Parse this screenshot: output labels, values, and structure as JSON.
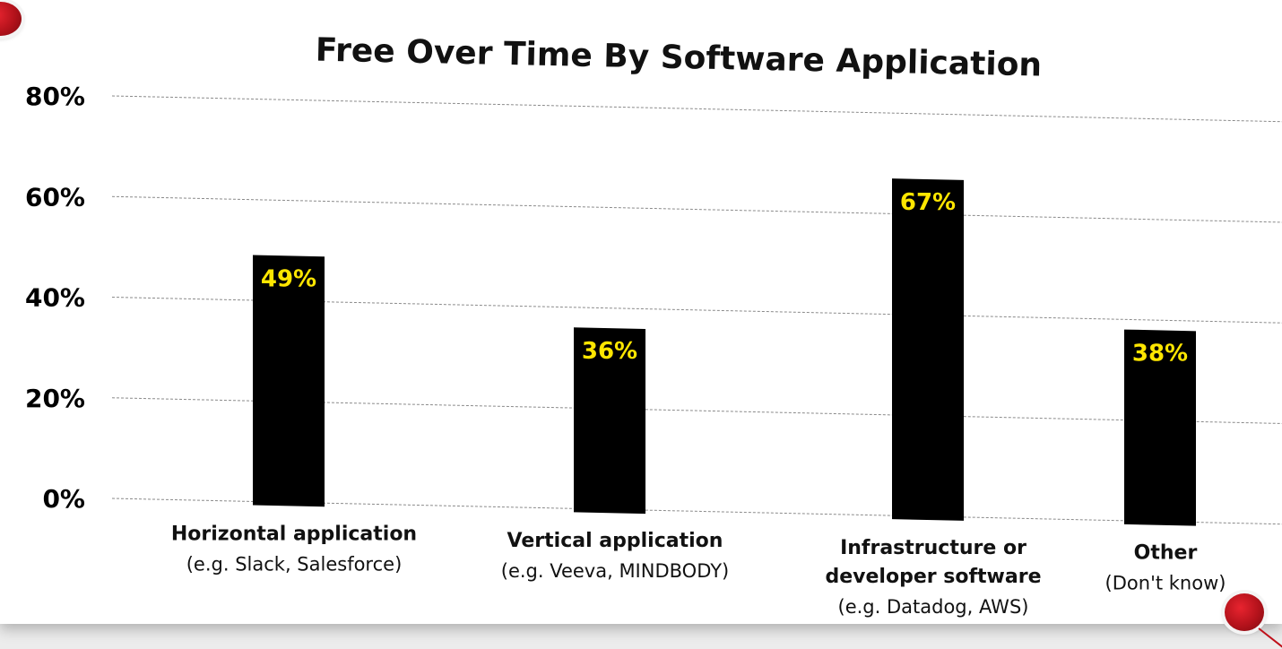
{
  "chart_data": {
    "type": "bar",
    "title": "Free Over Time By Software Application",
    "xlabel": "",
    "ylabel": "",
    "ylim": [
      0,
      80
    ],
    "yticks": [
      "0%",
      "20%",
      "40%",
      "60%",
      "80%"
    ],
    "grid": true,
    "legend": "none",
    "bar_color": "#000000",
    "label_color": "#ffe600",
    "categories": [
      {
        "title_lines": [
          "Horizontal application"
        ],
        "subtitle": "(e.g. Slack, Salesforce)"
      },
      {
        "title_lines": [
          "Vertical application"
        ],
        "subtitle": "(e.g. Veeva, MINDBODY)"
      },
      {
        "title_lines": [
          "Infrastructure or",
          "developer software"
        ],
        "subtitle": "(e.g. Datadog, AWS)"
      },
      {
        "title_lines": [
          "Other"
        ],
        "subtitle": "(Don't know)"
      }
    ],
    "values": [
      49,
      36,
      67,
      38
    ],
    "value_labels": [
      "49%",
      "36%",
      "67%",
      "38%"
    ]
  }
}
